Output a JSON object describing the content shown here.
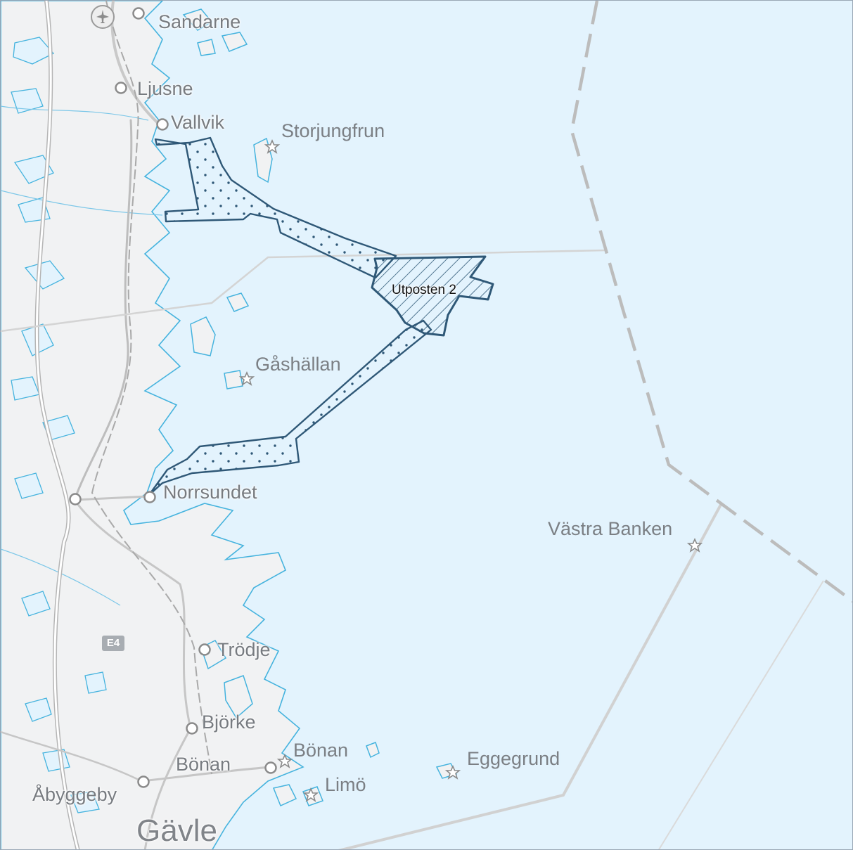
{
  "map": {
    "colors": {
      "sea": "#e3f3fd",
      "land": "#f1f2f3",
      "shoreline": "#45b3de",
      "zone_outline": "#2f5877",
      "border_dash": "#b9b9b9"
    },
    "places": [
      {
        "id": "sandarne",
        "label": "Sandarne"
      },
      {
        "id": "ljusne",
        "label": "Ljusne"
      },
      {
        "id": "vallvik",
        "label": "Vallvik"
      },
      {
        "id": "storjungfrun",
        "label": "Storjungfrun"
      },
      {
        "id": "gashallan",
        "label": "Gåshällan"
      },
      {
        "id": "norrsundet",
        "label": "Norrsundet"
      },
      {
        "id": "vastra-banken",
        "label": "Västra Banken"
      },
      {
        "id": "trodje",
        "label": "Trödje"
      },
      {
        "id": "bjorke",
        "label": "Björke"
      },
      {
        "id": "bonan-sea",
        "label": "Bönan"
      },
      {
        "id": "bonan-land",
        "label": "Bönan"
      },
      {
        "id": "limo",
        "label": "Limö"
      },
      {
        "id": "eggegrund",
        "label": "Eggegrund"
      },
      {
        "id": "abyggeby",
        "label": "Åbyggeby"
      },
      {
        "id": "gavle",
        "label": "Gävle"
      }
    ],
    "area_label": "Utposten 2",
    "road_shield": "E4",
    "icons": {
      "airport": "airport-icon",
      "town": "town-circle-icon",
      "island": "star-icon"
    }
  }
}
